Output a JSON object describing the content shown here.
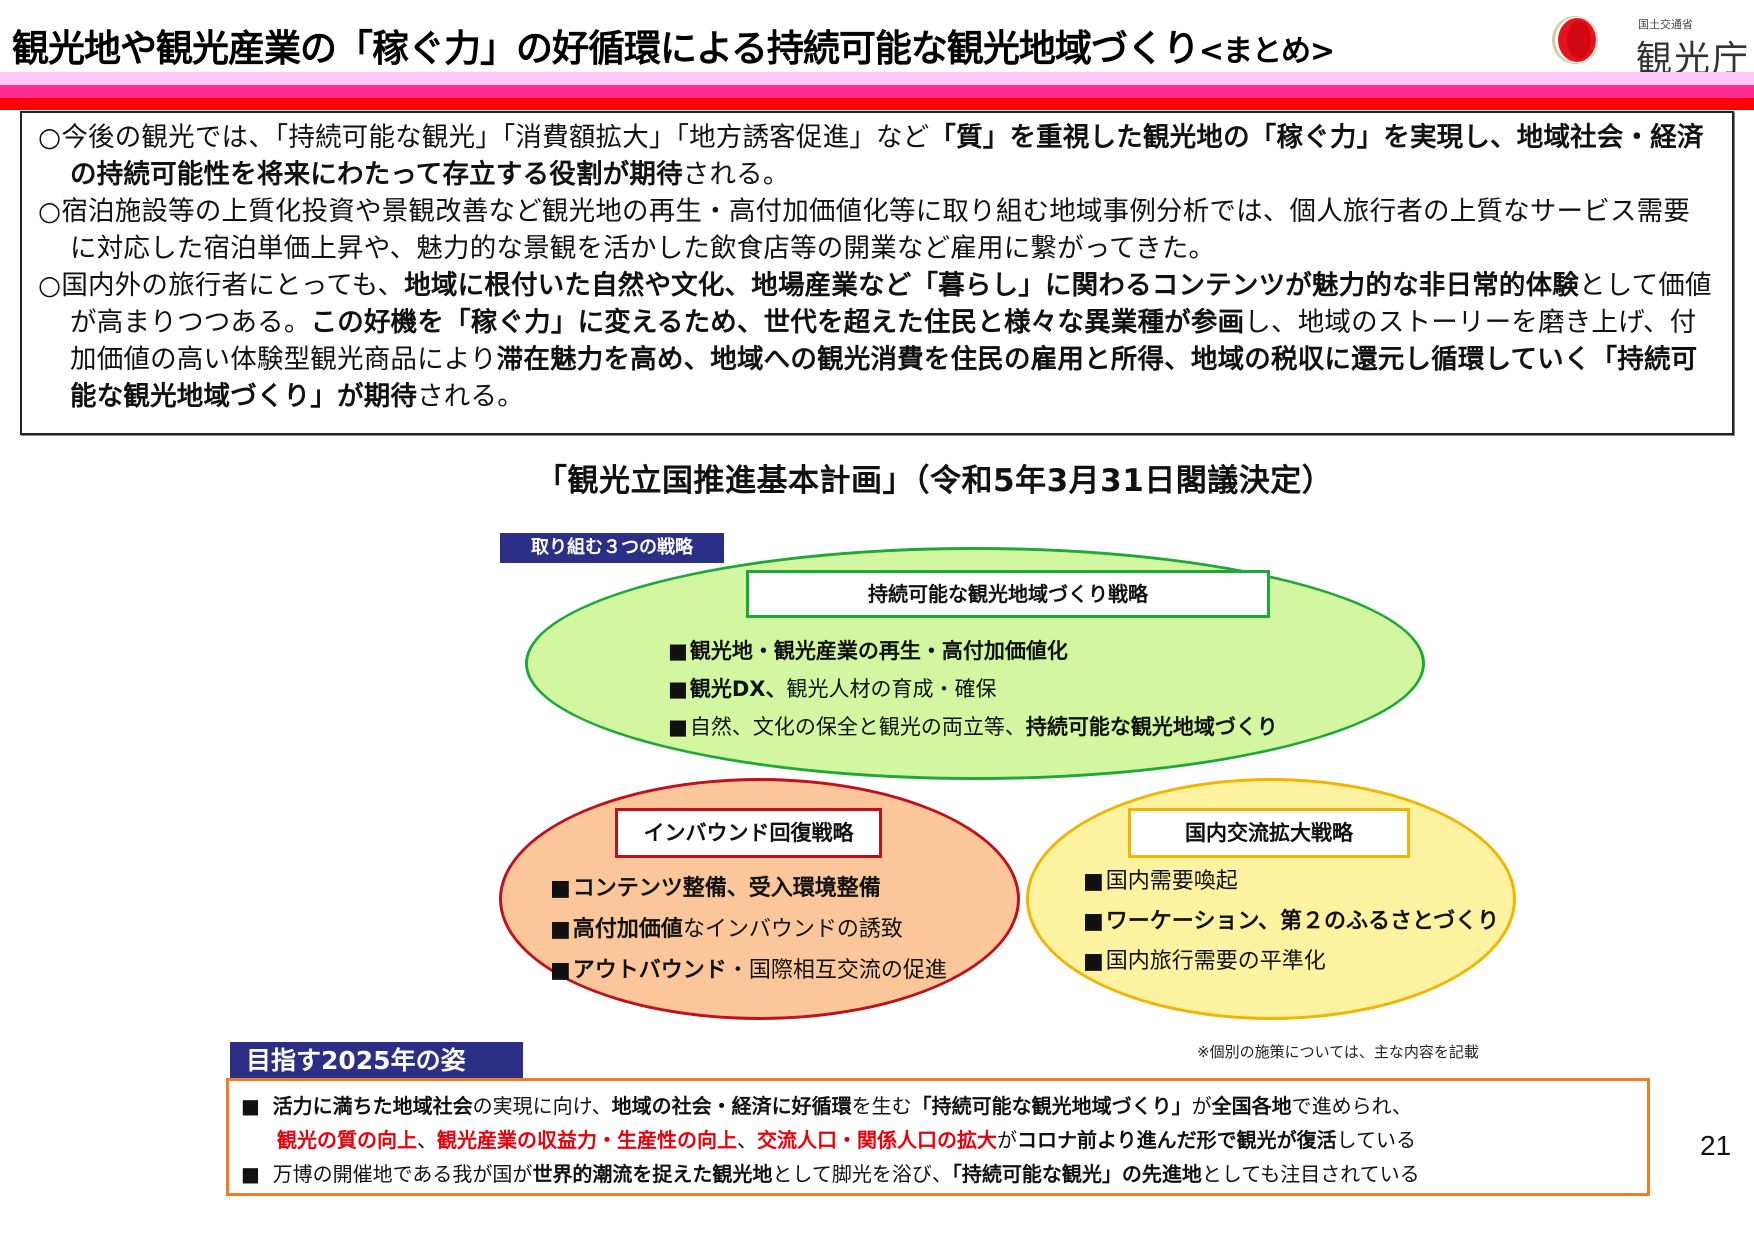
{
  "header": {
    "title": "観光地や観光産業の「稼ぐ力」の好循環による持続可能な観光地域づくり",
    "title_suffix": "<まとめ>",
    "logo_subtitle": "国土交通省",
    "logo_name": "観光庁",
    "stripe_colors": [
      "#fcc6f6",
      "#ff2d90",
      "#ff0000"
    ]
  },
  "summary": {
    "p1": {
      "n1": "○今後の観光では、「持続可能な観光」「消費額拡大」「地方誘客促進」など",
      "b1": "「質」を重視した観光地の「稼ぐ力」を実現し、地域社会・経済の持続可能性を将来にわたって存立する役割が期待",
      "n2": "される。"
    },
    "p2": {
      "n1": "○宿泊施設等の上質化投資や景観改善など観光地の再生・高付加価値化等に取り組む地域事例分析では、個人旅行者の上質なサービス需要に対応した宿泊単価上昇や、魅力的な景観を活かした飲食店等の開業など雇用に繋がってきた。"
    },
    "p3": {
      "n1": "○国内外の旅行者にとっても、",
      "b1": "地域に根付いた自然や文化、地場産業など「暮らし」に関わるコンテンツが魅力的な非日常的体験",
      "n2": "として価値が高まりつつある。",
      "b2": "この好機を「稼ぐ力」に変えるため、世代を超えた住民と様々な異業種が参画",
      "n3": "し、地域のストーリーを磨き上げ、付加価値の高い体験型観光商品により",
      "b3": "滞在魅力を高め、地域への観光消費を住民の雇用と所得、地域の税収に還元し循環していく「持続可能な観光地域づくり」が期待",
      "n4": "される。"
    }
  },
  "plan": {
    "title": "「観光立国推進基本計画」（令和5年3月31日閣議決定）",
    "strategy_tag": "取り組む３つの戦略",
    "strategies": {
      "sustainable": {
        "label": "持続可能な観光地域づくり戦略",
        "color": "#1fa83a",
        "fill": "#d3f7a0",
        "items": [
          {
            "bold": "観光地・観光産業の再生・高付加価値化",
            "normal": ""
          },
          {
            "bold": "観光DX、",
            "normal": "観光人材の育成・確保"
          },
          {
            "normal": "自然、文化の保全と観光の両立等、",
            "bold": "持続可能な観光地域づくり"
          }
        ]
      },
      "inbound": {
        "label": "インバウンド回復戦略",
        "color": "#c0101a",
        "fill": "#fbc79a",
        "items": [
          {
            "bold": "コンテンツ整備、受入環境整備",
            "normal": ""
          },
          {
            "bold": "高付加価値",
            "normal": "なインバウンドの誘致"
          },
          {
            "bold": "アウトバウンド",
            "normal": "・国際相互交流の促進"
          }
        ]
      },
      "domestic": {
        "label": "国内交流拡大戦略",
        "color": "#f2b400",
        "fill": "#fdf2a0",
        "items": [
          {
            "bold": "",
            "normal": "国内需要喚起"
          },
          {
            "bold": "ワーケーション、第２のふるさとづくり",
            "normal": ""
          },
          {
            "bold": "",
            "normal": "国内旅行需要の平準化"
          }
        ]
      }
    },
    "note": "※個別の施策については、主な内容を記載"
  },
  "goal": {
    "tag": "目指す2025年の姿",
    "line1": {
      "b1": "活力に満ちた地域社会",
      "n1": "の実現に向け、",
      "b2": "地域の社会・経済に好循環",
      "n2": "を生む",
      "b3": "「持続可能な観光地域づくり」",
      "n3": "が",
      "b4": "全国各地",
      "n4": "で進められ、"
    },
    "line2": {
      "r1": "観光の質の向上",
      "n1": "、",
      "r2": "観光産業の収益力・生産性の向上",
      "n2": "、",
      "r3": "交流人口・関係人口の拡大",
      "n3": "が",
      "b1": "コロナ前より進んだ形で観光が復活",
      "n4": "している"
    },
    "line3": {
      "n1": "万博の開催地である我が国が",
      "b1": "世界的潮流を捉えた観光地",
      "n2": "として脚光を浴び、",
      "b2": "「持続可能な観光」の先進地",
      "n3": "としても注目されている"
    }
  },
  "page_number": "21"
}
